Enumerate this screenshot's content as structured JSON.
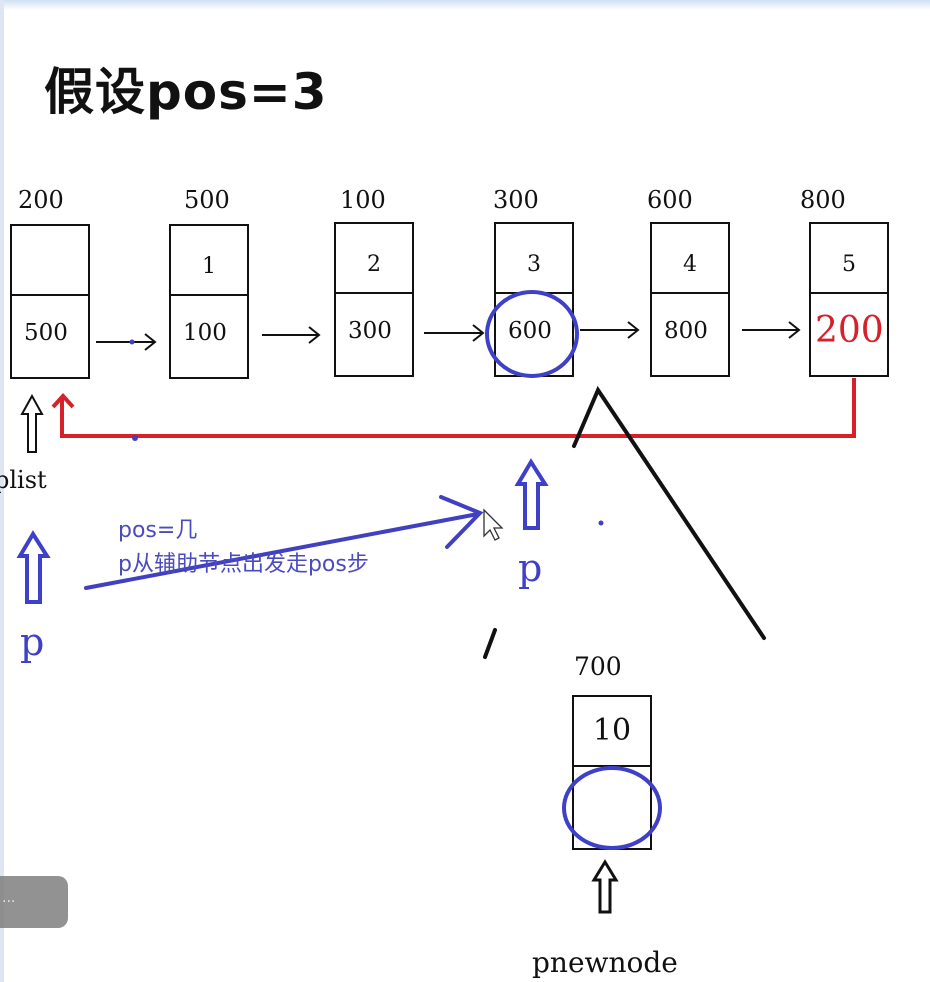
{
  "title": "假设pos=3",
  "nodes": [
    {
      "address": "200",
      "data": "",
      "next": "500"
    },
    {
      "address": "500",
      "data": "1",
      "next": "100"
    },
    {
      "address": "100",
      "data": "2",
      "next": "300"
    },
    {
      "address": "300",
      "data": "3",
      "next": "600"
    },
    {
      "address": "600",
      "data": "4",
      "next": "800"
    },
    {
      "address": "800",
      "data": "5",
      "next": "200"
    }
  ],
  "new_node": {
    "address": "700",
    "data": "10",
    "next": "",
    "label": "pnewnode"
  },
  "head_label": "plist",
  "pointer_left_label": "p",
  "pointer_mid_label": "p",
  "note_line1": "pos=几",
  "note_line2": "p从辅助节点出发走pos步",
  "overlay_text": "...",
  "colors": {
    "ink": "#111111",
    "blue": "#4b4bc0",
    "red": "#d6202a"
  }
}
